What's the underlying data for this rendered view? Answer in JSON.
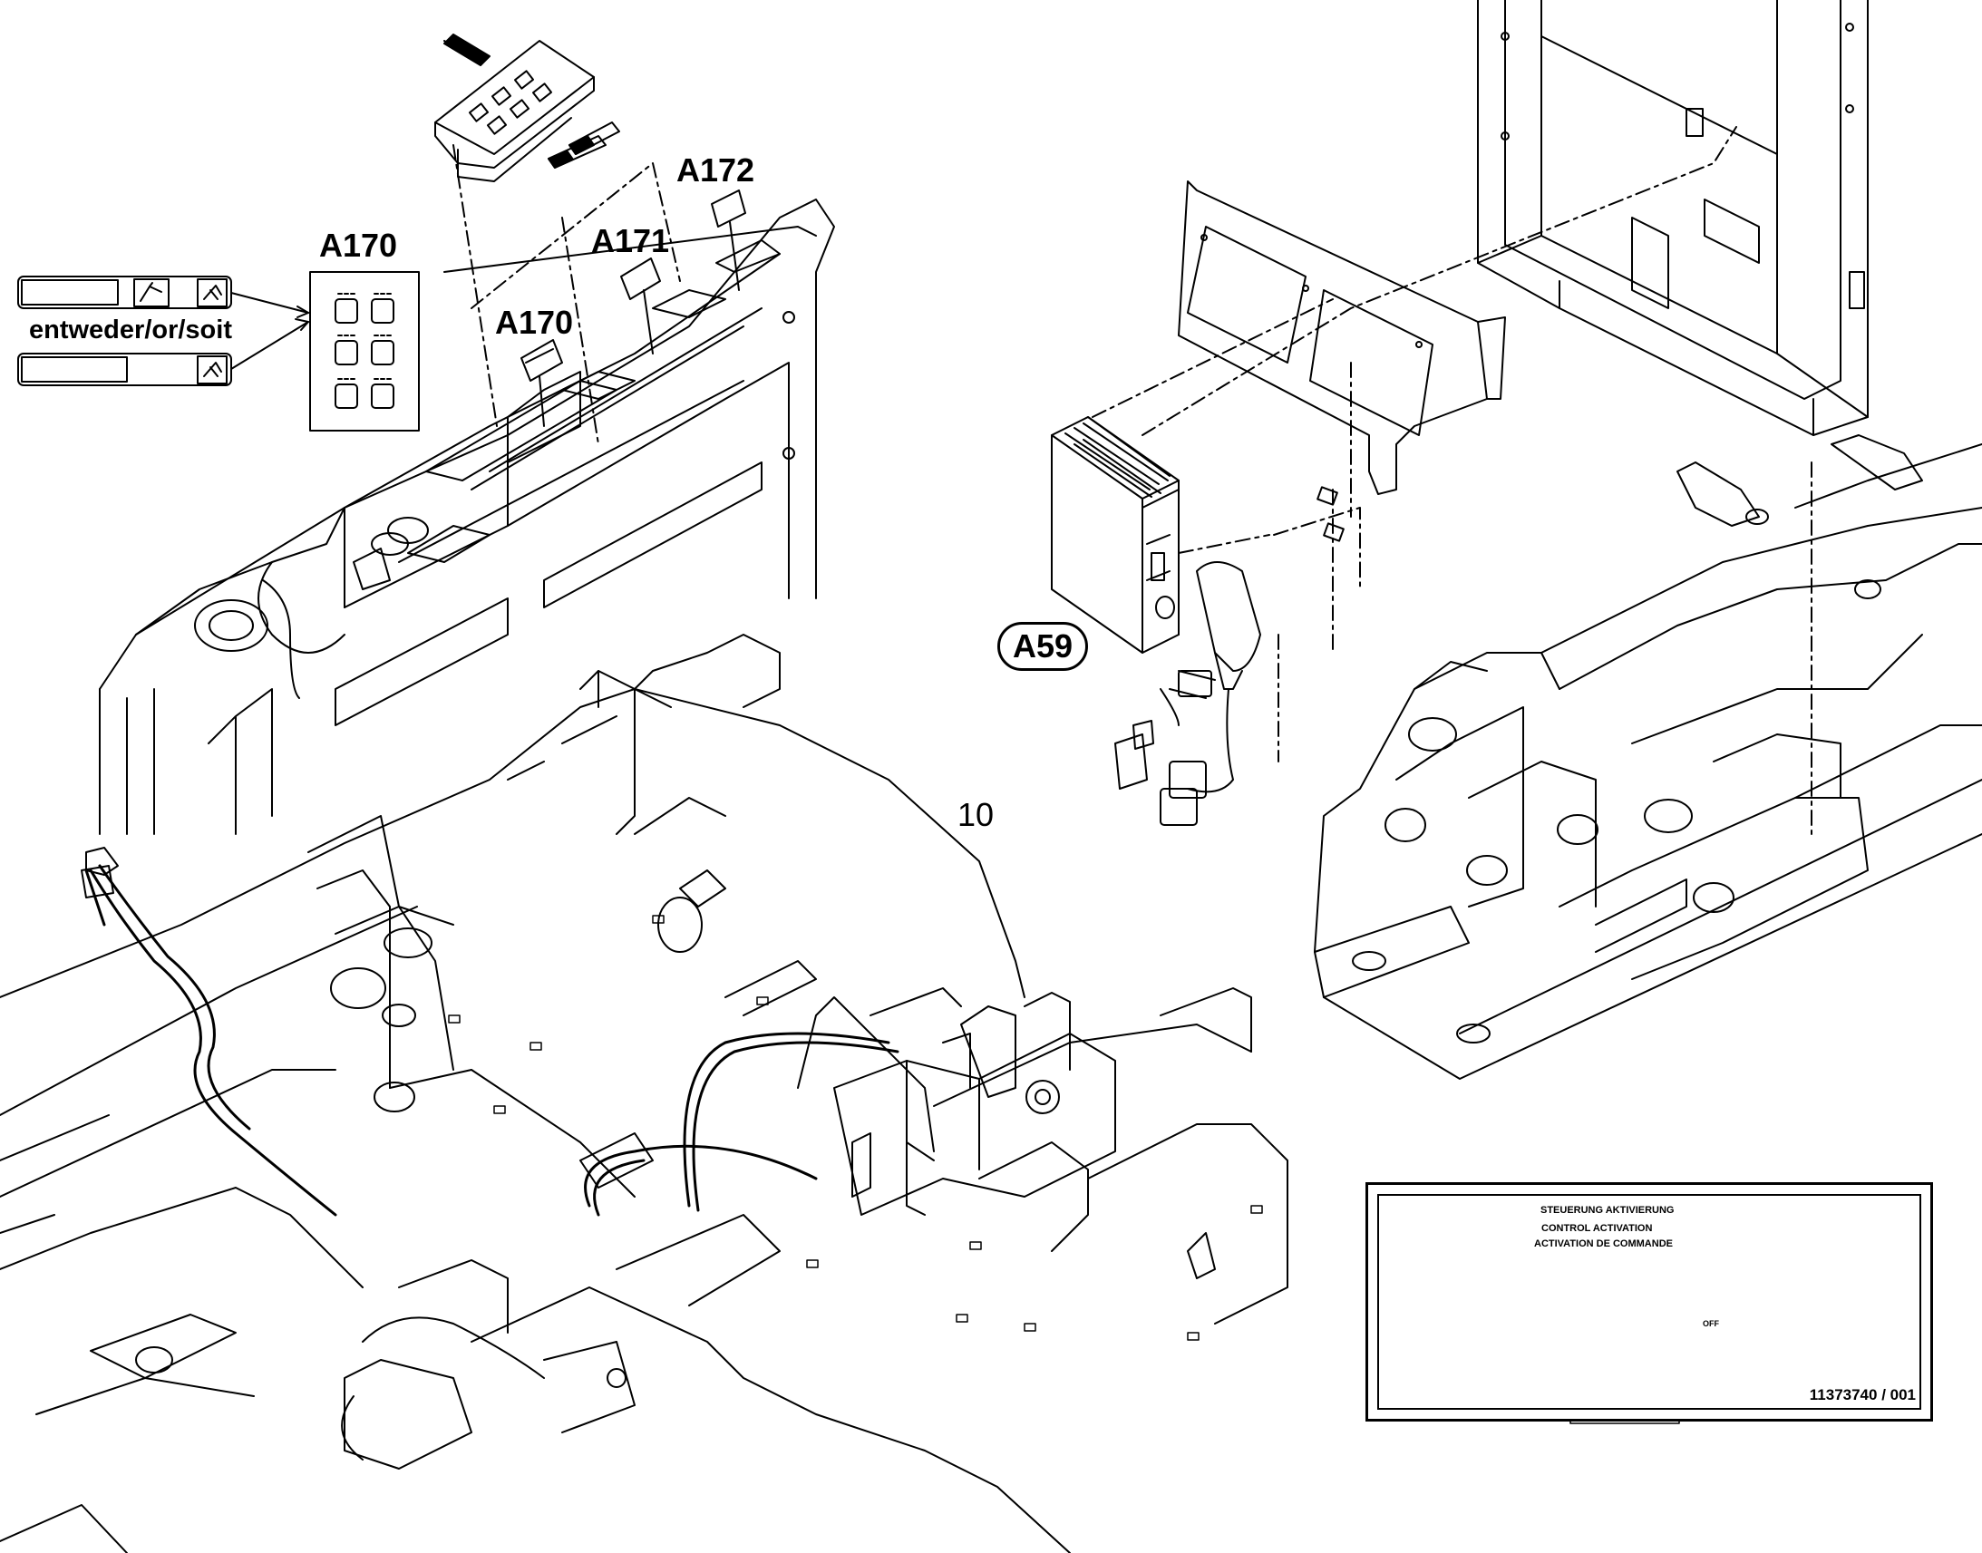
{
  "callouts": {
    "a170_panel_title": "A170",
    "a170_connector": "A170",
    "a171_connector": "A171",
    "a172_connector": "A172",
    "a59_module": "A59",
    "option_text": "entweder/or/soit",
    "item_number": "10"
  },
  "control_label": {
    "line_de": "STEUERUNG AKTIVIERUNG",
    "line_en": "CONTROL ACTIVATION",
    "line_fr": "ACTIVATION DE COMMANDE",
    "part_number": "11373740 / 001",
    "button_text": "OFF"
  },
  "icons": [
    "warning-triangle-icon",
    "manual-book-icon",
    "hand-lever-icon",
    "no-symbol-icon",
    "arrow-icon"
  ]
}
